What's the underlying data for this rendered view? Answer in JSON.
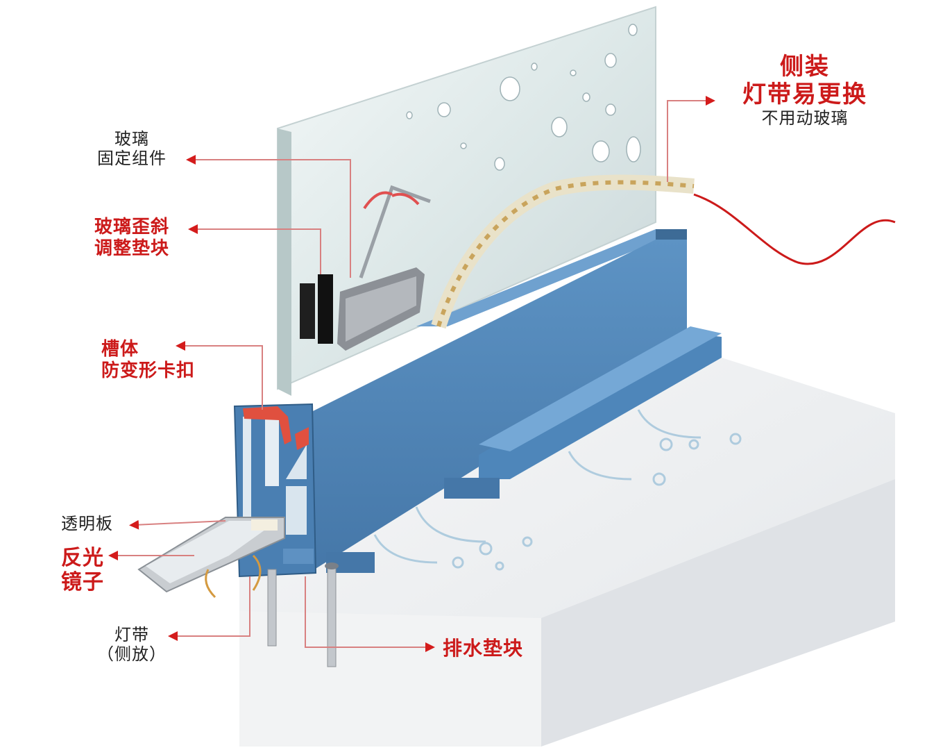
{
  "labels": {
    "glass_fix_line1": "玻璃",
    "glass_fix_line2": "固定组件",
    "tilt_line1": "玻璃歪斜",
    "tilt_line2": "调整垫块",
    "clip_line1": "槽体",
    "clip_line2": "防变形卡扣",
    "clear_panel": "透明板",
    "reflector_line1": "反光",
    "reflector_line2": "镜子",
    "led_line1": "灯带",
    "led_line2": "（侧放）",
    "drain_pad": "排水垫块",
    "side_line1": "侧装",
    "side_line2": "灯带易更换",
    "side_sub": "不用动玻璃"
  },
  "colors": {
    "accent_red": "#cc1a1a",
    "leader_line": "#d88080",
    "channel_blue": "#4f82b3",
    "channel_blue_dark": "#3d6b96",
    "glass": "#e4eeee",
    "base": "#eef0f2"
  }
}
